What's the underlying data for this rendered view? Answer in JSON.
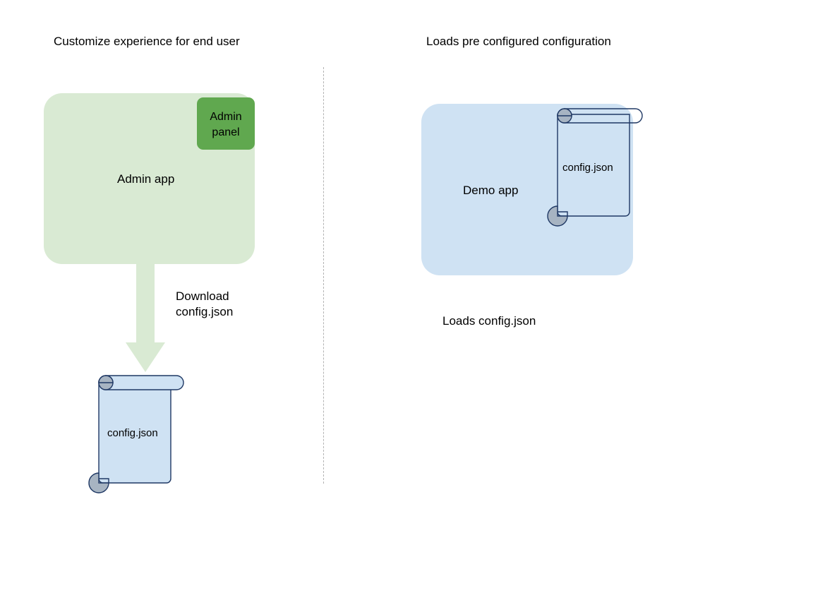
{
  "diagram": {
    "background_color": "#ffffff",
    "sections": [
      {
        "id": "left",
        "title": "Customize experience for end user",
        "app": {
          "label": "Admin app",
          "color": "#d9ead3"
        },
        "panel": {
          "label": "Admin panel",
          "label_line1": "Admin",
          "label_line2": "panel",
          "color": "#60a84f"
        },
        "arrow": {
          "label_line1": "Download",
          "label_line2": "config.json",
          "color": "#d9ead3",
          "direction": "down"
        },
        "document": {
          "label": "config.json",
          "fill_color": "#cfe2f3",
          "stroke_color": "#1f3864",
          "curl_color": "#9aa5b1"
        }
      },
      {
        "id": "right",
        "title": "Loads pre configured configuration",
        "app": {
          "label": "Demo app",
          "color": "#cfe2f3"
        },
        "caption": "Loads config.json",
        "document": {
          "label": "config.json",
          "fill_color": "transparent",
          "stroke_color": "#1f3864",
          "curl_color": "#9aa5b1"
        }
      }
    ],
    "divider": {
      "style": "dashed-vertical",
      "color": "#9a9a9a"
    }
  }
}
